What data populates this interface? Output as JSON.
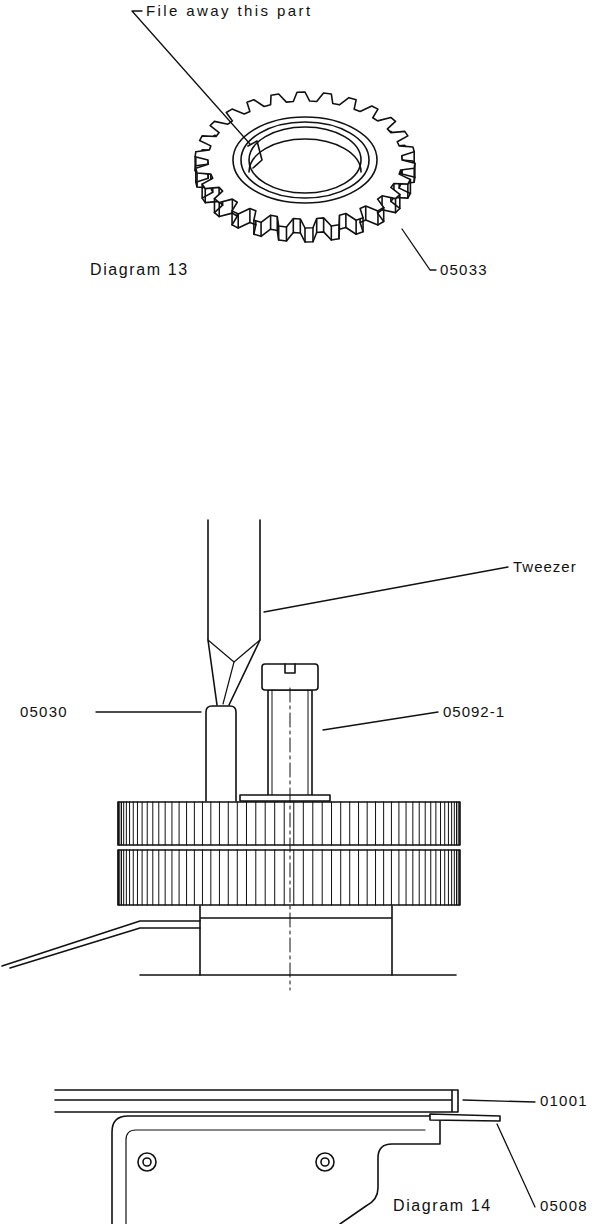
{
  "diagram": {
    "labels": [
      "File away this part",
      "Diagram 13",
      "05033",
      "Tweezer",
      "05030",
      "05092-1",
      "01001",
      "05008",
      "Diagram 14"
    ]
  }
}
